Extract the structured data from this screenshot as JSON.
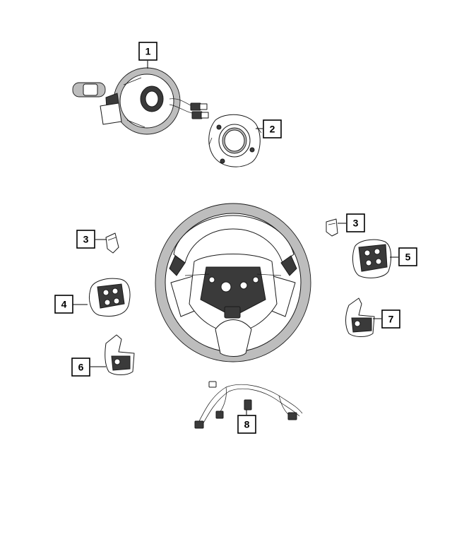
{
  "colors": {
    "line": "#1a1a1a",
    "box_border": "#000000",
    "background": "#ffffff"
  },
  "callouts": [
    {
      "id": "c1",
      "label": "1"
    },
    {
      "id": "c2",
      "label": "2"
    },
    {
      "id": "c3a",
      "label": "3"
    },
    {
      "id": "c3b",
      "label": "3"
    },
    {
      "id": "c4",
      "label": "4"
    },
    {
      "id": "c5",
      "label": "5"
    },
    {
      "id": "c6",
      "label": "6"
    },
    {
      "id": "c7",
      "label": "7"
    },
    {
      "id": "c8",
      "label": "8"
    }
  ]
}
